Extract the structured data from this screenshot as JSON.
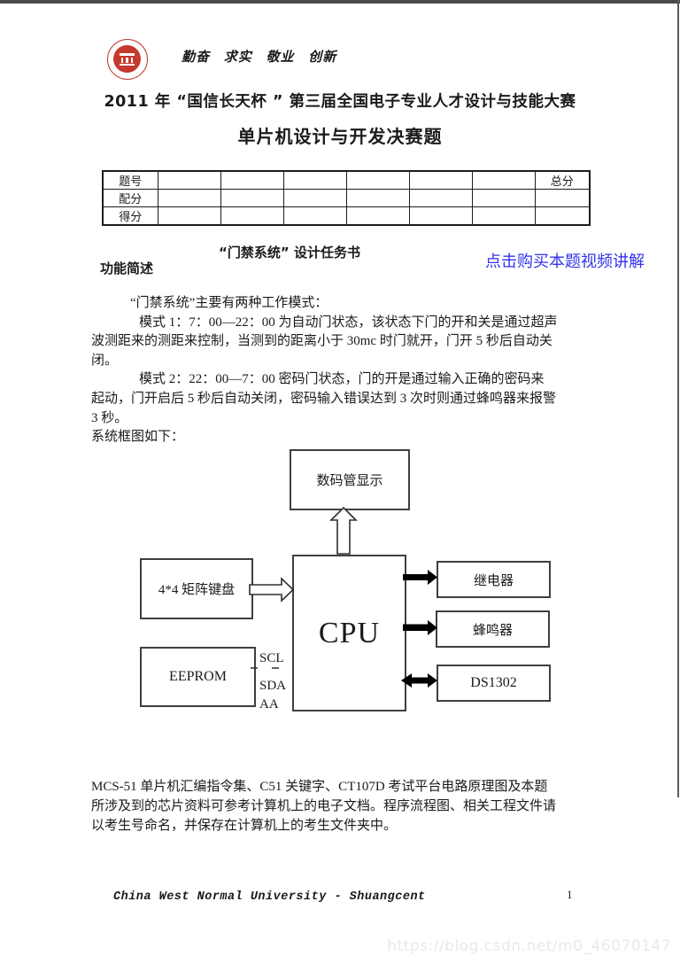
{
  "header": {
    "logo": "university-red-seal",
    "motto": "勤奋 求实 敬业 创新",
    "title_line1": "2011 年 “国信长天杯 ” 第三届全国电子专业人才设计与技能大赛",
    "title_line2": "单片机设计与开发决赛题"
  },
  "score_table": {
    "rows": [
      {
        "header": "题号",
        "total": "总分"
      },
      {
        "header": "配分",
        "total": ""
      },
      {
        "header": "得分",
        "total": ""
      }
    ]
  },
  "task": {
    "heading": "“门禁系统” 设计任务书",
    "purchase_link": "点击购买本题视频讲解",
    "link_color": "#3232f0",
    "section_title": "功能简述"
  },
  "body": {
    "lines": [
      {
        "text": "“门禁系统”主要有两种工作模式："
      },
      {
        "text": "模式 1：7：00—22：00 为自动门状态，该状态下门的开和关是通过超声"
      },
      {
        "text": "波测距来的测距来控制，当测到的距离小于 30mc 时门就开，门开 5 秒后自动关"
      },
      {
        "text": "闭。"
      },
      {
        "text": "模式 2：22：00—7：00 密码门状态，门的开是通过输入正确的密码来"
      },
      {
        "text": "起动，门开启后 5 秒后自动关闭，密码输入错误达到 3 次时则通过蜂鸣器来报警"
      },
      {
        "text": "3 秒。"
      },
      {
        "text": "系统框图如下："
      }
    ]
  },
  "diagram": {
    "display_box": "数码管显示",
    "keyboard_box": "4*4 矩阵键盘",
    "cpu_box": "CPU",
    "relay_box": "继电器",
    "buzzer_box": "蜂鸣器",
    "rtc_box": "DS1302",
    "eeprom_box": "EEPROM",
    "pin_scl": "SCL",
    "pin_sda": "SDA",
    "pin_aa": "AA"
  },
  "closing": {
    "lines": [
      "MCS-51 单片机汇编指令集、C51 关键字、CT107D 考试平台电路原理图及本题",
      "所涉及到的芯片资料可参考计算机上的电子文档。程序流程图、相关工程文件请",
      "以考生号命名，并保存在计算机上的考生文件夹中。"
    ]
  },
  "footer": {
    "school": "China West Normal University - Shuangcent",
    "page_number": "1",
    "watermark": "https://blog.csdn.net/m0_46070147"
  }
}
